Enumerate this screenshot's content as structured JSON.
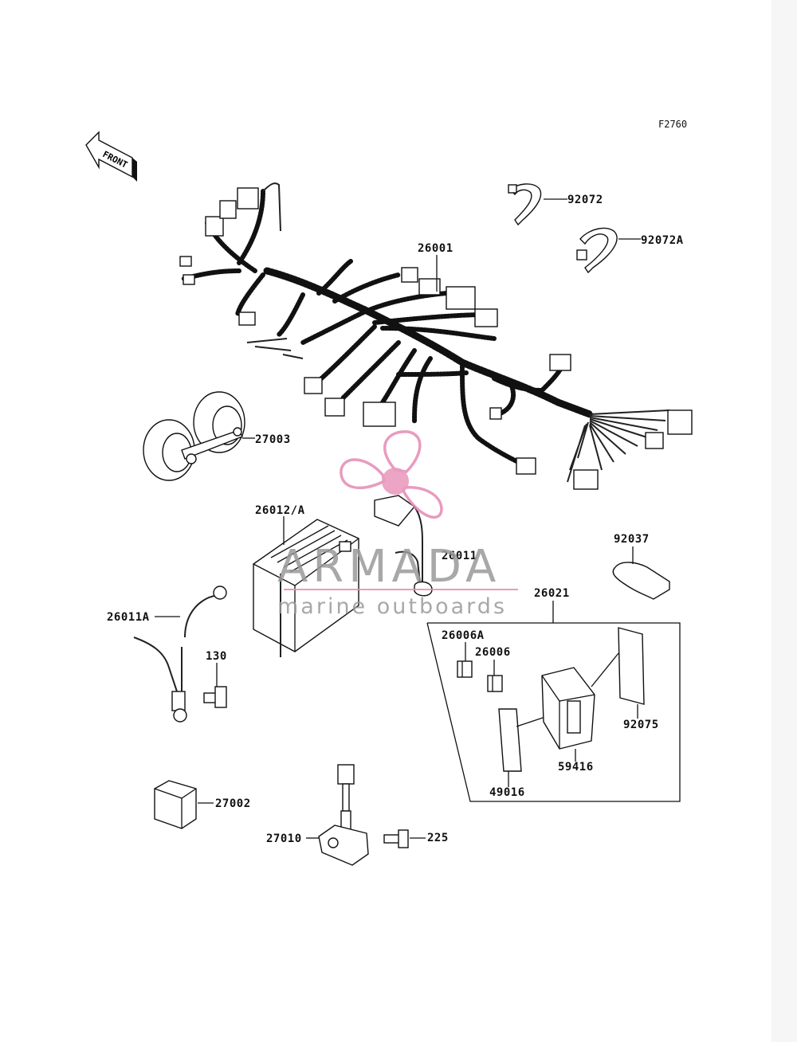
{
  "figure_code": "F2760",
  "front_label": "FRONT",
  "watermark": {
    "title": "ARMADA",
    "subtitle": "marine outboards",
    "color": "#e58ab4"
  },
  "parts": {
    "p92072": "92072",
    "p92072A": "92072A",
    "p26001": "26001",
    "p27003": "27003",
    "p26012A": "26012/A",
    "p26011": "26011",
    "p92037": "92037",
    "p26021": "26021",
    "p26011A": "26011A",
    "p130": "130",
    "p26006A": "26006A",
    "p26006": "26006",
    "p92075": "92075",
    "p59416": "59416",
    "p49016": "49016",
    "p27002": "27002",
    "p27010": "27010",
    "p225": "225"
  }
}
